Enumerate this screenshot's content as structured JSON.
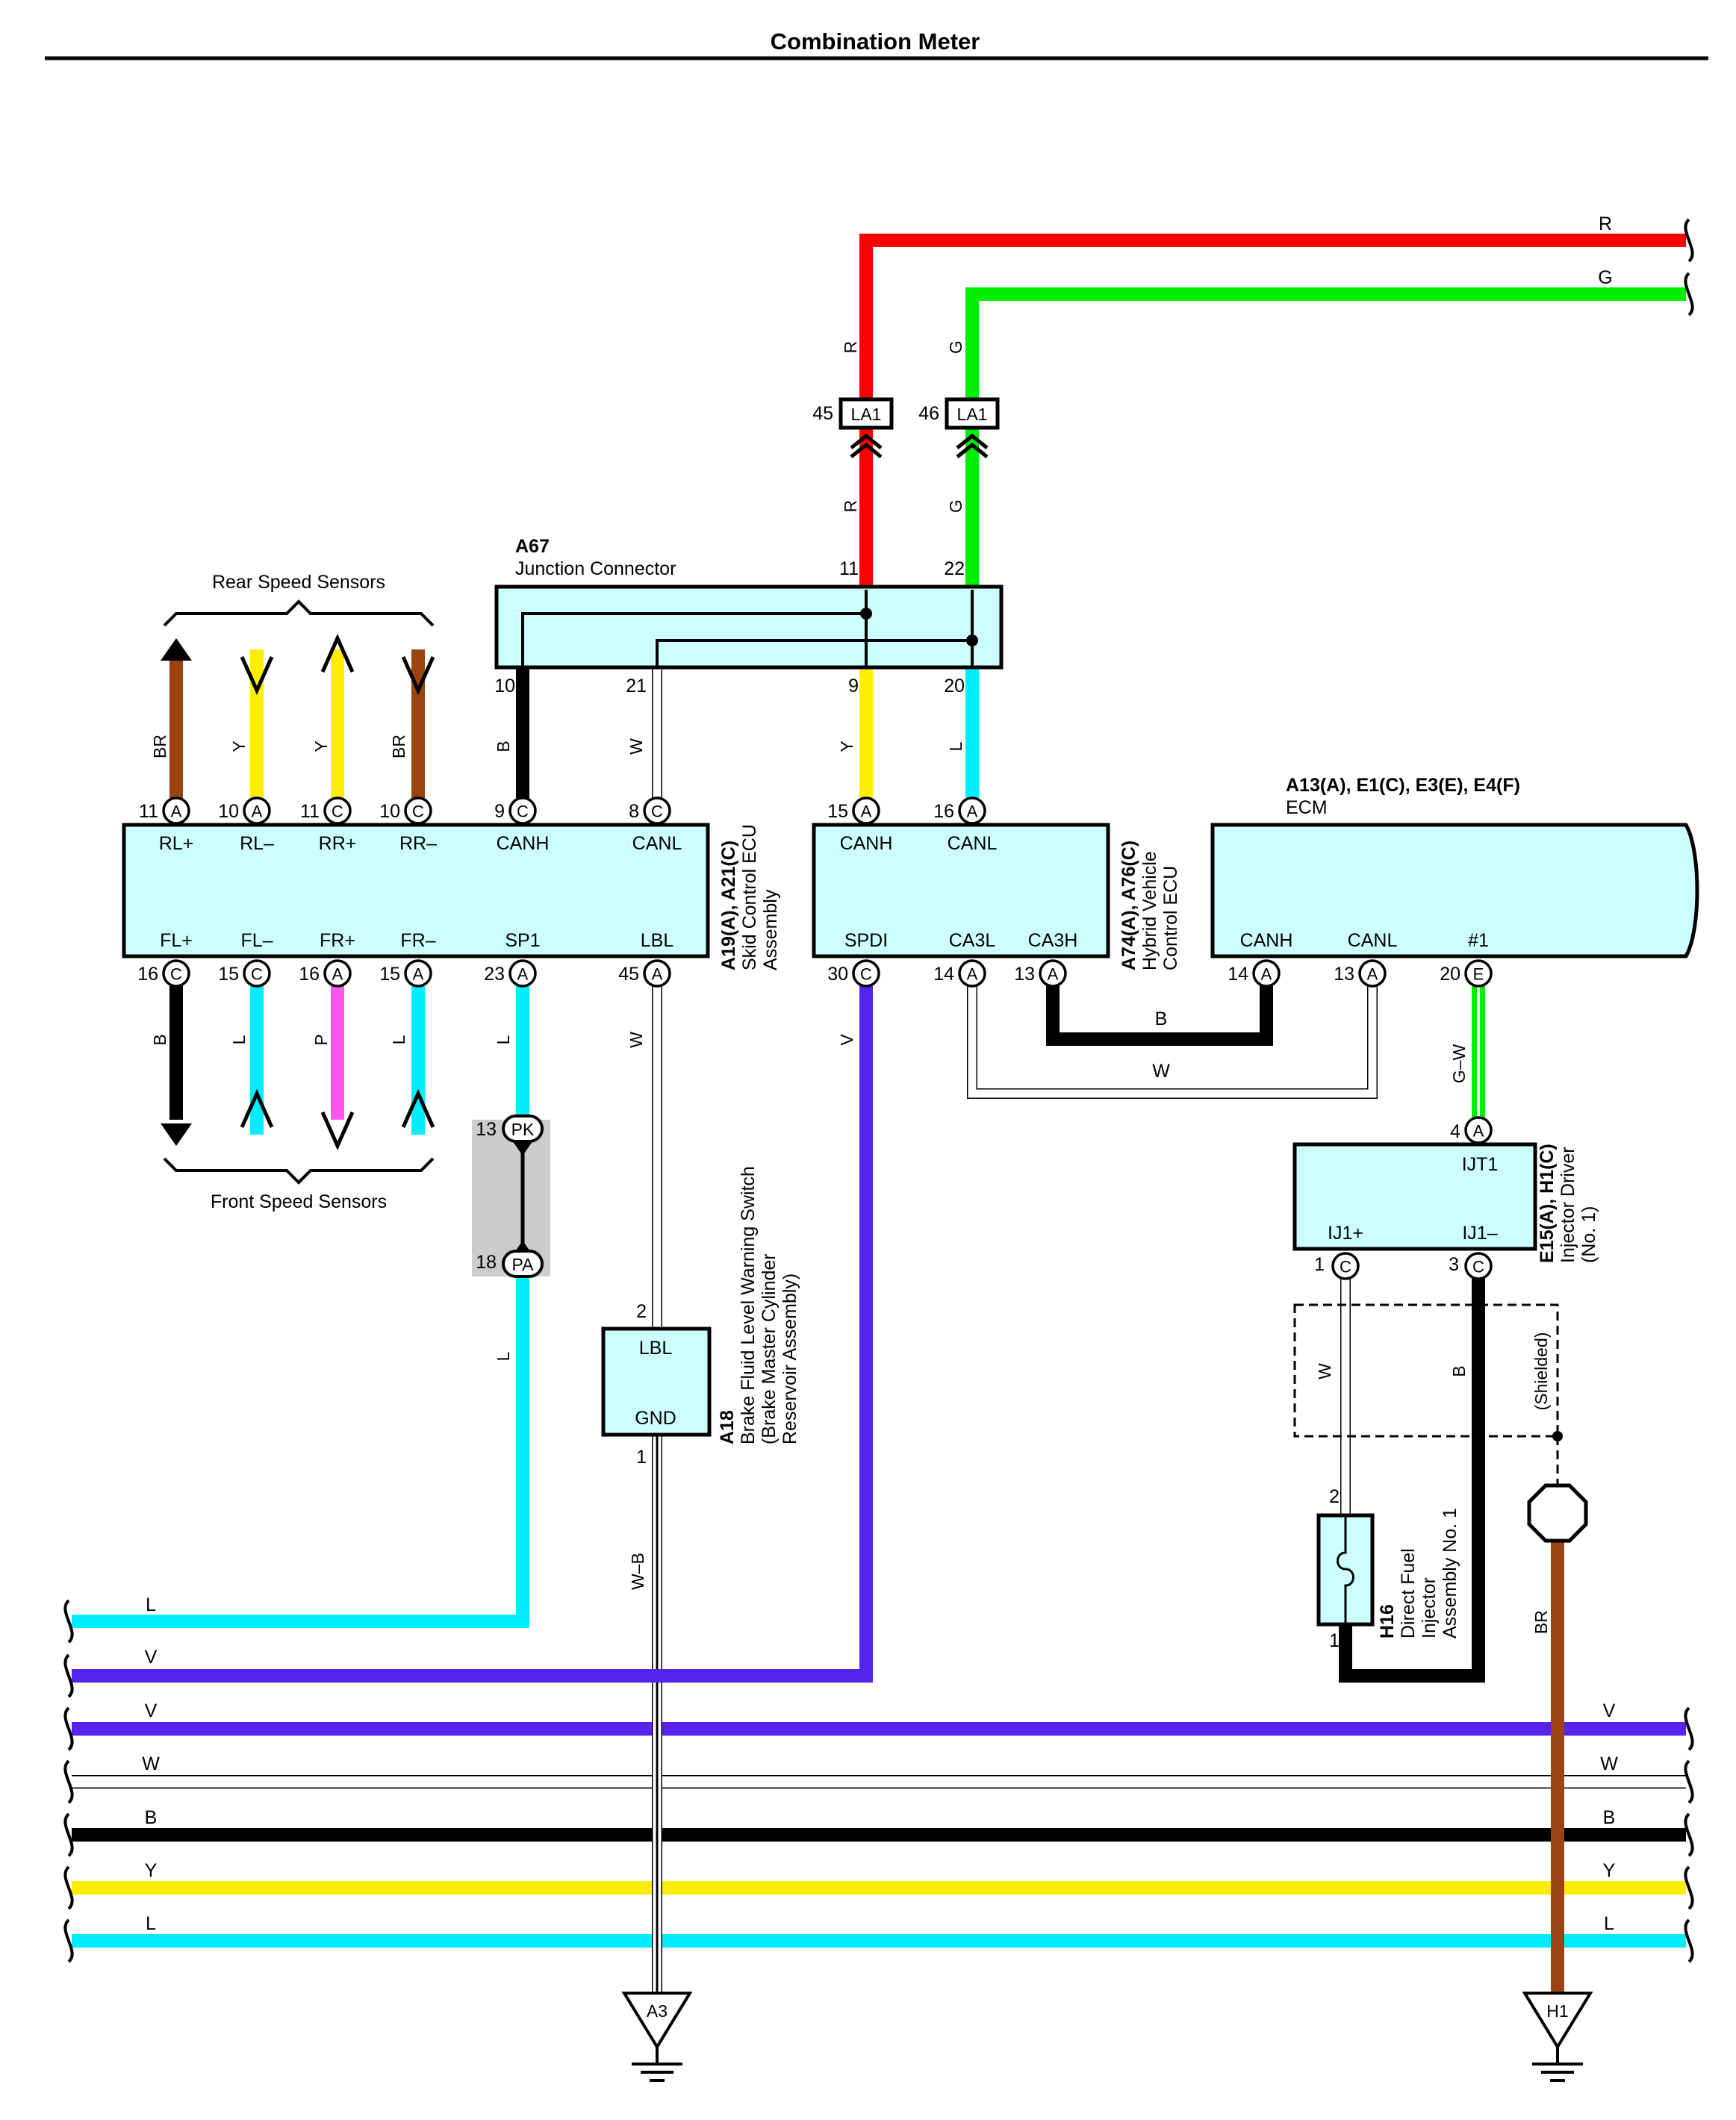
{
  "title": "Combination Meter",
  "colors": {
    "R": "#ff0000",
    "G": "#00ee00",
    "Y": "#ffee00",
    "L": "#00eeff",
    "V": "#5522ee",
    "B": "#000000",
    "BR": "#994411",
    "P": "#ff55ee",
    "W": "#ffffff",
    "box": "#ccffff",
    "shield_box": "#cccccc"
  },
  "connectors": {
    "la1": {
      "code": "LA1",
      "pin_r": "45",
      "pin_g": "46"
    },
    "pk": {
      "code": "PK",
      "pin": "13"
    },
    "pa": {
      "code": "PA",
      "pin": "18"
    }
  },
  "junction": {
    "code": "A67",
    "name": "Junction Connector",
    "pins": {
      "p11": "11",
      "p22": "22",
      "p10": "10",
      "p21": "21",
      "p9": "9",
      "p20": "20"
    }
  },
  "skid": {
    "code": "A19(A), A21(C)",
    "name1": "Skid Control ECU",
    "name2": "Assembly",
    "top_labels": [
      "RL+",
      "RL–",
      "RR+",
      "RR–",
      "CANH",
      "CANL"
    ],
    "bottom_labels": [
      "FL+",
      "FL–",
      "FR+",
      "FR–",
      "SP1",
      "LBL"
    ],
    "top_pins": [
      {
        "num": "11",
        "code": "A"
      },
      {
        "num": "10",
        "code": "A"
      },
      {
        "num": "11",
        "code": "C"
      },
      {
        "num": "10",
        "code": "C"
      },
      {
        "num": "9",
        "code": "C"
      },
      {
        "num": "8",
        "code": "C"
      }
    ],
    "bottom_pins": [
      {
        "num": "16",
        "code": "C"
      },
      {
        "num": "15",
        "code": "C"
      },
      {
        "num": "16",
        "code": "A"
      },
      {
        "num": "15",
        "code": "A"
      },
      {
        "num": "23",
        "code": "A"
      },
      {
        "num": "45",
        "code": "A"
      }
    ]
  },
  "hv": {
    "code": "A74(A), A76(C)",
    "name1": "Hybrid Vehicle",
    "name2": "Control ECU",
    "top_labels": [
      "CANH",
      "CANL"
    ],
    "bottom_labels": [
      "SPDI",
      "CA3L",
      "CA3H"
    ],
    "top_pins": [
      {
        "num": "15",
        "code": "A"
      },
      {
        "num": "16",
        "code": "A"
      }
    ],
    "bottom_pins": [
      {
        "num": "30",
        "code": "C"
      },
      {
        "num": "14",
        "code": "A"
      },
      {
        "num": "13",
        "code": "A"
      }
    ]
  },
  "ecm": {
    "code": "A13(A), E1(C), E3(E), E4(F)",
    "name": "ECM",
    "bottom_labels": [
      "CANH",
      "CANL",
      "#1"
    ],
    "bottom_pins": [
      {
        "num": "14",
        "code": "A"
      },
      {
        "num": "13",
        "code": "A"
      },
      {
        "num": "20",
        "code": "E"
      }
    ]
  },
  "injector_driver": {
    "code": "E15(A), H1(C)",
    "name1": "Injector Driver",
    "name2": "(No. 1)",
    "top_label": "IJT1",
    "bottom_labels": [
      "IJ1+",
      "IJ1–"
    ],
    "top_pin": {
      "num": "4",
      "code": "A"
    },
    "bottom_pins": [
      {
        "num": "1",
        "code": "C"
      },
      {
        "num": "3",
        "code": "C"
      }
    ]
  },
  "brake_switch": {
    "code": "A18",
    "name1": "Brake Fluid Level Warning Switch",
    "name2": "(Brake Master Cylinder",
    "name3": "Reservoir Assembly)",
    "top_label": "LBL",
    "bottom_label": "GND",
    "pin_top": "2",
    "pin_bottom": "1"
  },
  "injector": {
    "code": "H16",
    "name1": "Direct Fuel",
    "name2": "Injector",
    "name3": "Assembly No. 1",
    "pin_top": "2",
    "pin_bottom": "1"
  },
  "groups": {
    "rear": "Rear Speed Sensors",
    "front": "Front Speed Sensors"
  },
  "shielded": "(Shielded)",
  "grounds": {
    "a3": "A3",
    "h1": "H1"
  },
  "wire_labels": {
    "r": "R",
    "g": "G",
    "y": "Y",
    "l": "L",
    "v": "V",
    "w": "W",
    "b": "B",
    "br": "BR",
    "p": "P",
    "gw": "G–W",
    "wb": "W–B"
  }
}
